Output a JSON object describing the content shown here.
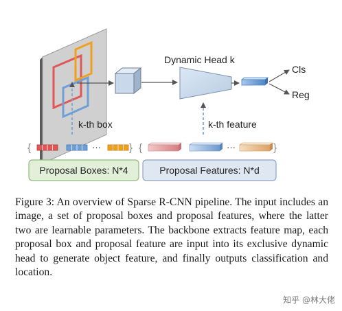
{
  "figure": {
    "dynamic_head_label": "Dynamic Head k",
    "cls_label": "Cls",
    "reg_label": "Reg",
    "kth_box_label": "k-th box",
    "kth_feature_label": "k-th feature",
    "ellipsis": "···",
    "proposal_boxes_label": "Proposal Boxes: N*4",
    "proposal_features_label": "Proposal Features: N*d"
  },
  "colors": {
    "box_red": "#e05757",
    "box_blue": "#6f9fd8",
    "box_orange": "#f0a020",
    "feat_red": "#df8f90",
    "feat_blue": "#8fb3df",
    "feat_orange": "#e8b57e",
    "green_fill": "#e2efd9",
    "green_border": "#8fba7c",
    "blue_fill": "#dfe7f3",
    "blue_border": "#8fa2bd"
  },
  "caption": "Figure 3: An overview of Sparse R-CNN pipeline. The input includes an image, a set of proposal boxes and proposal features, where the latter two are learnable parameters. The backbone extracts feature map, each proposal box and proposal feature are input into its exclusive dynamic head to generate object feature, and finally outputs classification and location.",
  "watermark": "知乎 @林大佬"
}
